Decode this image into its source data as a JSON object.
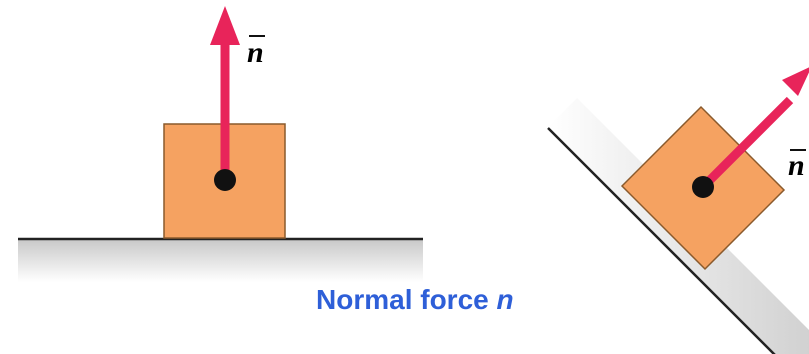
{
  "diagram": {
    "caption_text": "Normal force ",
    "caption_var": "n",
    "left_vector_label": "n",
    "right_vector_label": "n",
    "colors": {
      "arrow": "#e8245a",
      "block_fill": "#f5a261",
      "block_stroke": "#8a5a2c",
      "surface_line": "#222222",
      "caption": "#2e5fd8",
      "dot": "#111111"
    }
  }
}
